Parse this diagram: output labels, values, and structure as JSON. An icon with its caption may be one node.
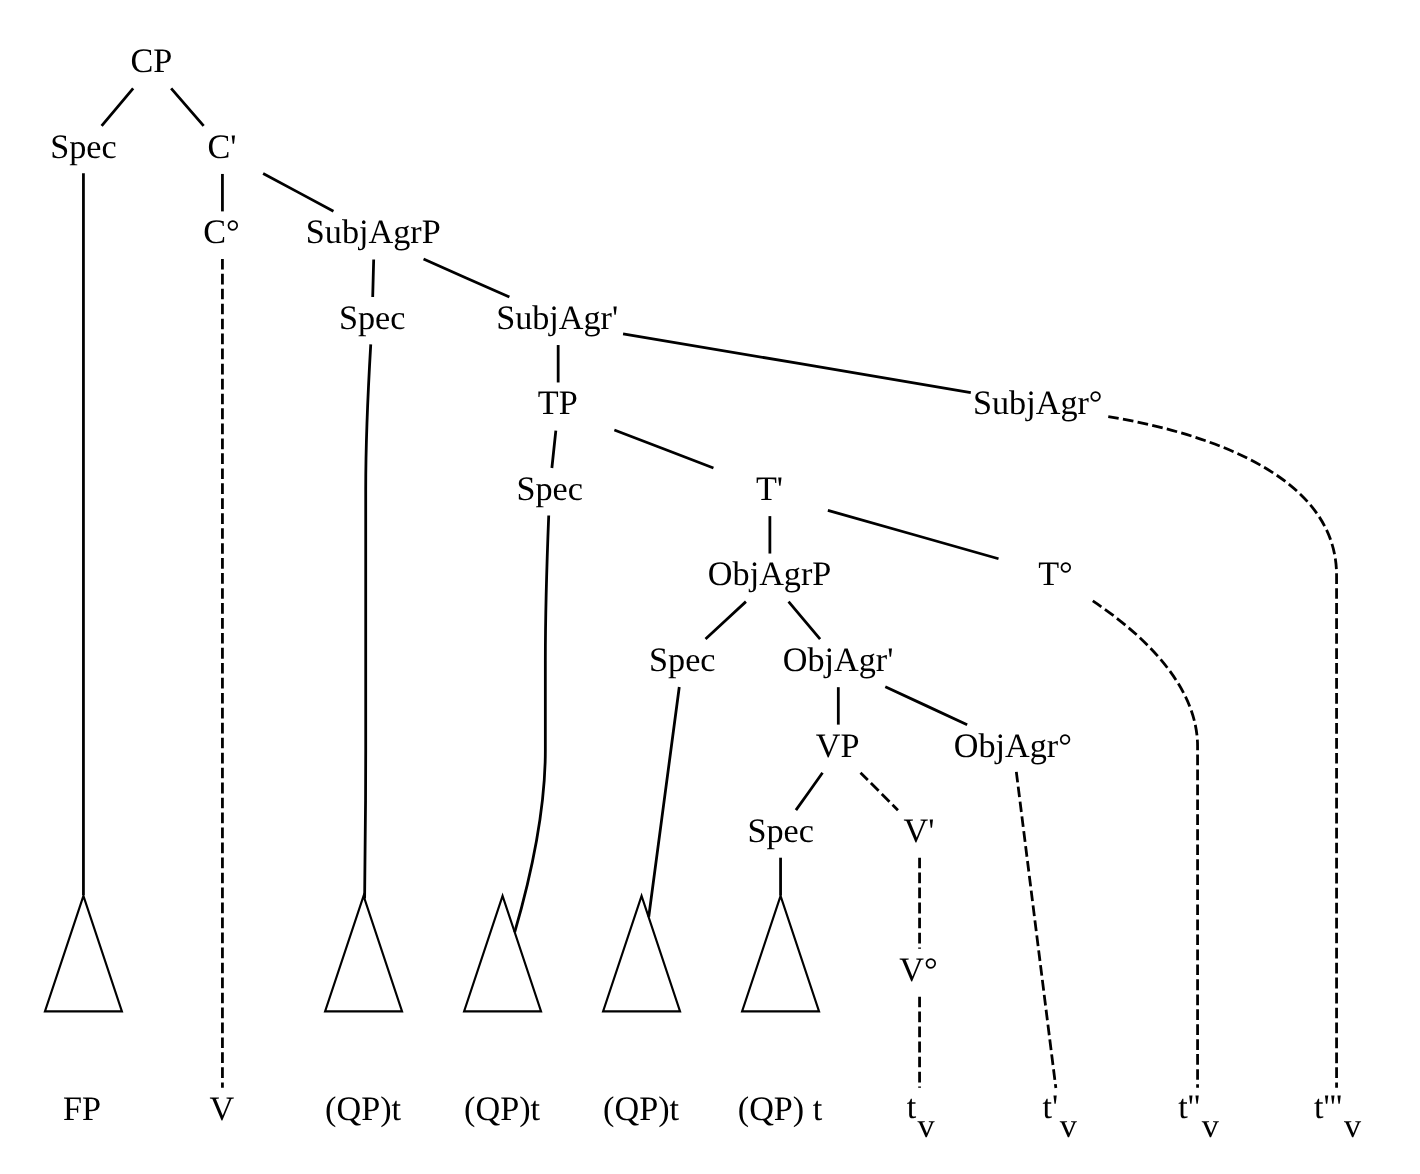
{
  "diagram": {
    "nodes": [
      {
        "text": [
          "CP"
        ]
      },
      {
        "text": [
          "Spec"
        ]
      },
      {
        "text": [
          "C'"
        ]
      },
      {
        "text": [
          "C°"
        ]
      },
      {
        "text": [
          "SubjAgrP"
        ]
      },
      {
        "text": [],
        "shape": "triangle",
        "beside": [
          "FP"
        ]
      },
      {
        "text": [
          "Spec"
        ]
      },
      {
        "text": [
          "SubjAgr'"
        ]
      },
      {
        "text": [
          "TP"
        ]
      },
      {
        "text": [
          "SubjAgr°"
        ]
      },
      {
        "text": [
          "Spec"
        ]
      },
      {
        "text": [
          "T'"
        ]
      },
      {
        "text": [
          "ObjAgrP"
        ]
      },
      {
        "text": [
          "T°"
        ]
      },
      {
        "text": [
          "Spec"
        ]
      },
      {
        "text": [
          "ObjAgr'"
        ]
      },
      {
        "text": [
          "VP"
        ]
      },
      {
        "text": [
          "ObjAgr°"
        ]
      },
      {
        "text": [
          "Spec"
        ]
      },
      {
        "text": [
          "V'"
        ]
      },
      {
        "text": [
          "V°"
        ]
      },
      {
        "text": [],
        "shape": "triangle",
        "beside": [
          "(QP)t"
        ]
      },
      {
        "text": [],
        "shape": "triangle",
        "beside": [
          "(QP)t"
        ]
      },
      {
        "text": [],
        "shape": "triangle",
        "beside": [
          "(QP)t"
        ]
      },
      {
        "text": [],
        "shape": "triangle",
        "beside": [
          "(QP) t"
        ]
      },
      {
        "text": [
          "V"
        ]
      },
      {
        "text": [
          "t$_{v}$"
        ]
      },
      {
        "text": [
          "t'$_{v}$"
        ]
      },
      {
        "text": [
          "t''$_{v}$"
        ]
      },
      {
        "text": [
          "t'''$_{v}$"
        ]
      }
    ],
    "edges": [
      {
        "from": 0,
        "to": 1,
        "arrow": "none"
      },
      {
        "from": 0,
        "to": 2,
        "arrow": "none"
      },
      {
        "from": 2,
        "to": 3,
        "arrow": "none"
      },
      {
        "from": 2,
        "to": 4,
        "arrow": "none"
      },
      {
        "from": 1,
        "to": 5,
        "arrow": "none"
      },
      {
        "from": 3,
        "to": 25,
        "arrow": "none",
        "style": "dashed"
      },
      {
        "from": 4,
        "to": 6,
        "arrow": "none"
      },
      {
        "from": 4,
        "to": 7,
        "arrow": "none"
      },
      {
        "from": 6,
        "to": 21,
        "arrow": "none"
      },
      {
        "from": 7,
        "to": 8,
        "arrow": "none"
      },
      {
        "from": 7,
        "to": 9,
        "arrow": "none"
      },
      {
        "from": 9,
        "to": 29,
        "arrow": "none",
        "style": "dashed"
      },
      {
        "from": 8,
        "to": 10,
        "arrow": "none"
      },
      {
        "from": 8,
        "to": 11,
        "arrow": "none"
      },
      {
        "from": 10,
        "to": 22,
        "arrow": "none"
      },
      {
        "from": 11,
        "to": 12,
        "arrow": "none"
      },
      {
        "from": 11,
        "to": 13,
        "arrow": "none"
      },
      {
        "from": 13,
        "to": 28,
        "arrow": "none",
        "style": "dashed"
      },
      {
        "from": 12,
        "to": 14,
        "arrow": "none"
      },
      {
        "from": 12,
        "to": 15,
        "arrow": "none"
      },
      {
        "from": 14,
        "to": 23,
        "arrow": "none"
      },
      {
        "from": 15,
        "to": 16,
        "arrow": "none"
      },
      {
        "from": 15,
        "to": 17,
        "arrow": "none"
      },
      {
        "from": 17,
        "to": 27,
        "arrow": "none",
        "style": "dashed"
      },
      {
        "from": 16,
        "to": 18,
        "arrow": "none"
      },
      {
        "from": 16,
        "to": 19,
        "arrow": "none",
        "style": "dashed"
      },
      {
        "from": 18,
        "to": 24,
        "arrow": "none"
      },
      {
        "from": 19,
        "to": 20,
        "arrow": "none",
        "style": "dashed"
      },
      {
        "from": 20,
        "to": 26,
        "arrow": "none",
        "style": "dashed"
      }
    ]
  }
}
